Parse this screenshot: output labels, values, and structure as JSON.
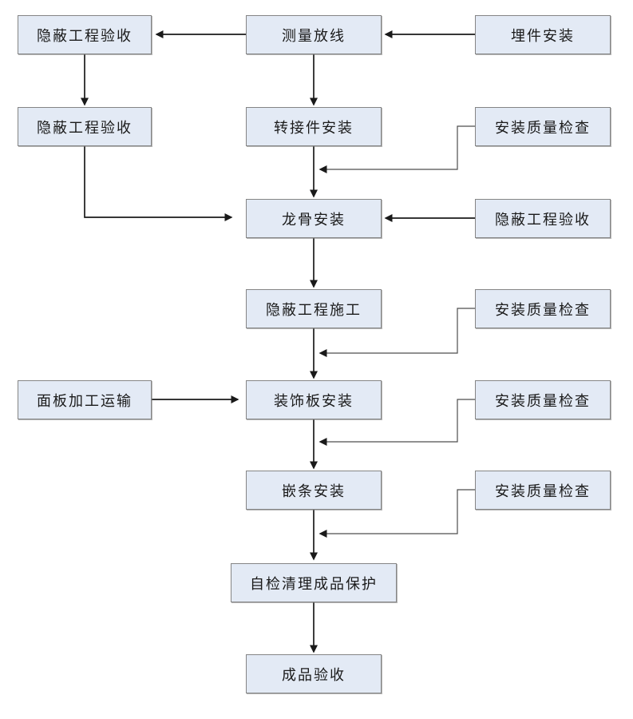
{
  "diagram": {
    "type": "flowchart",
    "colors": {
      "box_fill": "#e3eaf5",
      "box_border": "#858585",
      "arrow": "#1a1a1a",
      "elbow": "#4d4d4d",
      "bg": "#ffffff",
      "text": "#1a1a1a"
    },
    "nodes": {
      "hidden_acceptance_1": {
        "label": "隐蔽工程验收"
      },
      "survey": {
        "label": "测量放线"
      },
      "embed_install": {
        "label": "埋件安装"
      },
      "hidden_acceptance_2": {
        "label": "隐蔽工程验收"
      },
      "adapter_install": {
        "label": "转接件安装"
      },
      "quality_check_1": {
        "label": "安装质量检查"
      },
      "keel_install": {
        "label": "龙骨安装"
      },
      "hidden_acceptance_3": {
        "label": "隐蔽工程验收"
      },
      "hidden_works": {
        "label": "隐蔽工程施工"
      },
      "quality_check_2": {
        "label": "安装质量检查"
      },
      "panel_transport": {
        "label": "面板加工运输"
      },
      "panel_install": {
        "label": "装饰板安装"
      },
      "quality_check_3": {
        "label": "安装质量检查"
      },
      "trim_install": {
        "label": "嵌条安装"
      },
      "quality_check_4": {
        "label": "安装质量检查"
      },
      "self_check_protect": {
        "label": "自检清理成品保护"
      },
      "final_acceptance": {
        "label": "成品验收"
      }
    },
    "edges": [
      {
        "from": "embed_install",
        "to": "survey"
      },
      {
        "from": "survey",
        "to": "hidden_acceptance_1"
      },
      {
        "from": "hidden_acceptance_1",
        "to": "hidden_acceptance_2"
      },
      {
        "from": "survey",
        "to": "adapter_install"
      },
      {
        "from": "adapter_install",
        "to": "keel_install"
      },
      {
        "from": "quality_check_1",
        "to": "keel_install"
      },
      {
        "from": "hidden_acceptance_2",
        "to": "keel_install"
      },
      {
        "from": "hidden_acceptance_3",
        "to": "keel_install"
      },
      {
        "from": "keel_install",
        "to": "hidden_works"
      },
      {
        "from": "hidden_works",
        "to": "panel_install"
      },
      {
        "from": "quality_check_2",
        "to": "panel_install"
      },
      {
        "from": "panel_transport",
        "to": "panel_install"
      },
      {
        "from": "panel_install",
        "to": "trim_install"
      },
      {
        "from": "quality_check_3",
        "to": "trim_install"
      },
      {
        "from": "trim_install",
        "to": "self_check_protect"
      },
      {
        "from": "quality_check_4",
        "to": "self_check_protect"
      },
      {
        "from": "self_check_protect",
        "to": "final_acceptance"
      }
    ]
  }
}
